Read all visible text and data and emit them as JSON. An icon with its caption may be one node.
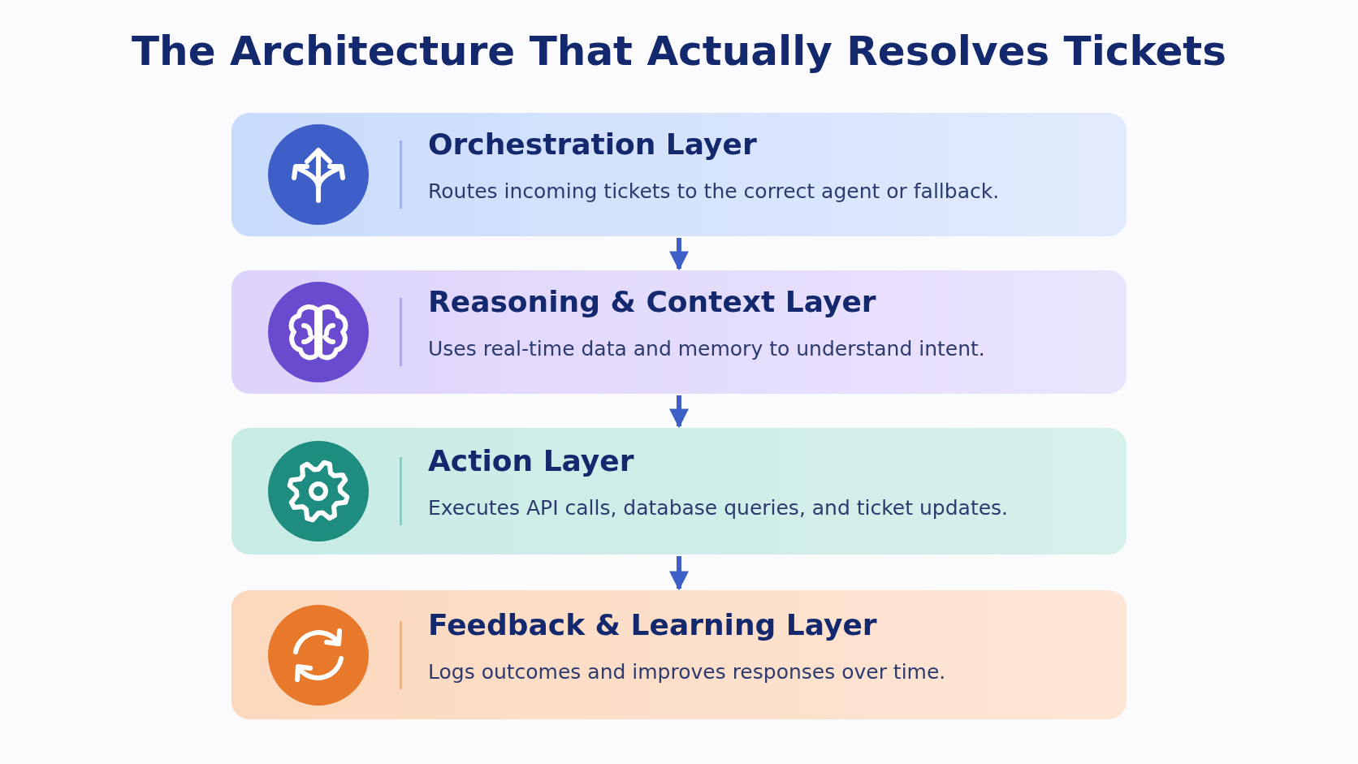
{
  "diagram": {
    "title": "The Architecture That Actually Resolves Tickets",
    "nodes": [
      {
        "text": [
          "Orchestration Layer",
          "Routes incoming tickets to the correct agent or fallback."
        ]
      },
      {
        "text": [
          "Reasoning & Context Layer",
          "Uses real-time data and memory to understand intent."
        ]
      },
      {
        "text": [
          "Action Layer",
          "Executes API calls, database queries, and ticket updates."
        ]
      },
      {
        "text": [
          "Feedback & Learning Layer",
          "Logs outcomes and improves responses over time."
        ]
      }
    ],
    "edges": [
      {
        "from": 0,
        "to": 1,
        "arrow": "to"
      },
      {
        "from": 1,
        "to": 2,
        "arrow": "to"
      },
      {
        "from": 2,
        "to": 3,
        "arrow": "to"
      }
    ]
  }
}
